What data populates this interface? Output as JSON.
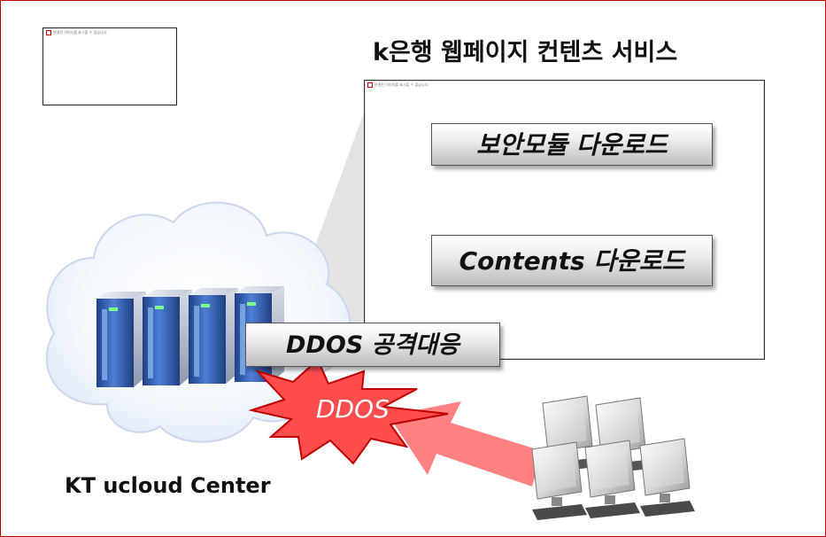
{
  "title": "k은행 웹페이지 컨텐츠 서비스",
  "center_label": "KT ucloud Center",
  "frame_caption": "연결된 이미지를 표시할 수 없습니다.",
  "buttons": {
    "security_module": "보안모듈 다운로드",
    "contents": "Contents 다운로드",
    "ddos_response": "DDOS 공격대응"
  },
  "attack_label": "DDOS",
  "colors": {
    "border": "#c00000",
    "burst_fill": "#ff4d4d",
    "burst_stroke": "#c00000",
    "arrow": "#ff6b6b",
    "cloud_edge": "#c9d8ee",
    "server_body": "#3a5ea8"
  }
}
